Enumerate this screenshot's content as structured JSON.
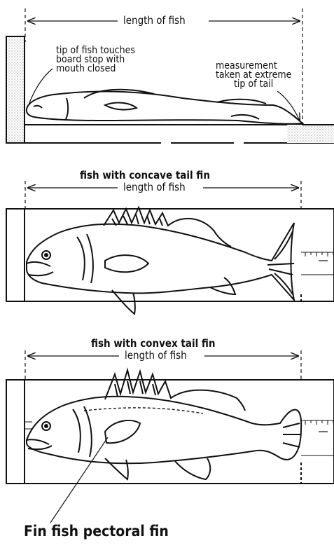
{
  "panel1": {
    "length_label": "length of fish",
    "note_left": [
      "tip of fish touches",
      "board stop with",
      "mouth closed"
    ],
    "note_right": [
      "measurement",
      "taken at extreme",
      "tip of tail"
    ]
  },
  "panel2": {
    "title": "fish with concave tail fin",
    "length_label": "length of fish"
  },
  "panel3": {
    "title": "fish with convex tail fin",
    "length_label": "length of fish"
  },
  "caption": "Fin fish pectoral fin"
}
